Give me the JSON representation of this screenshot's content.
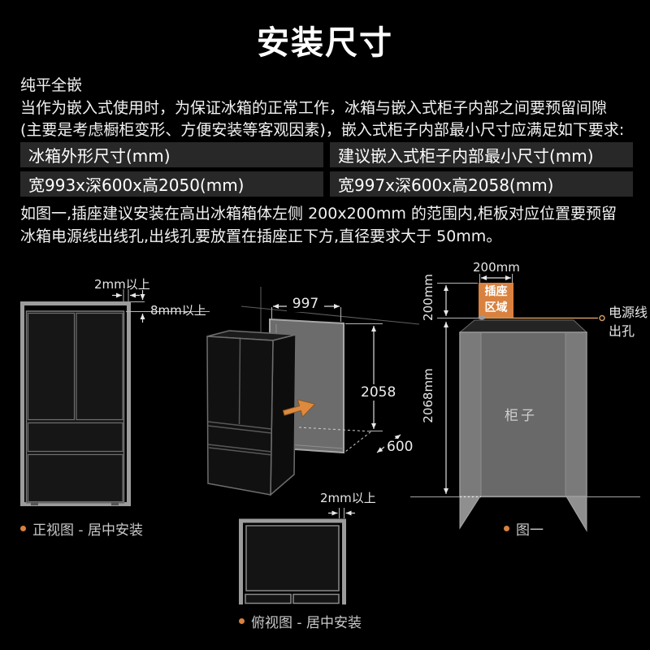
{
  "page": {
    "title": "安装尺寸"
  },
  "intro": "纯平全嵌\n当作为嵌入式使用时，为保证冰箱的正常工作，冰箱与嵌入式柜子内部之间要预留间隙\n(主要是考虑橱柜变形、方便安装等客观因素)，嵌入式柜子内部最小尺寸应满足如下要求:",
  "spec_table": {
    "col1_header": "冰箱外形尺寸(mm)",
    "col2_header": "建议嵌入式柜子内部最小尺寸(mm)",
    "col1_value": "宽993x深600x高2050(mm)",
    "col2_value": "宽997x深600x高2058(mm)"
  },
  "note": "如图一,插座建议安装在高出冰箱箱体左侧 200x200mm 的范围内,柜板对应位置要预留\n冰箱电源线出线孔,出线孔要放置在插座正下方,直径要求大于 50mm。",
  "front_view": {
    "side_gap": "2mm以上",
    "top_gap": "8mm以上",
    "caption": "正视图 - 居中安装"
  },
  "niche": {
    "width": "997",
    "height": "2058",
    "depth": "600"
  },
  "top_view": {
    "side_gap": "2mm以上",
    "caption": "俯视图 - 居中安装"
  },
  "figure1": {
    "socket_width": "200mm",
    "socket_offset": "200mm",
    "socket_area_label": "插座\n区域",
    "power_hole_label": "电源线\n出孔",
    "cabinet_height": "2068mm",
    "cabinet_label": "柜子",
    "caption": "图一"
  },
  "colors": {
    "background": "#000000",
    "accent": "#d9813f",
    "table_cell": "#282828"
  }
}
